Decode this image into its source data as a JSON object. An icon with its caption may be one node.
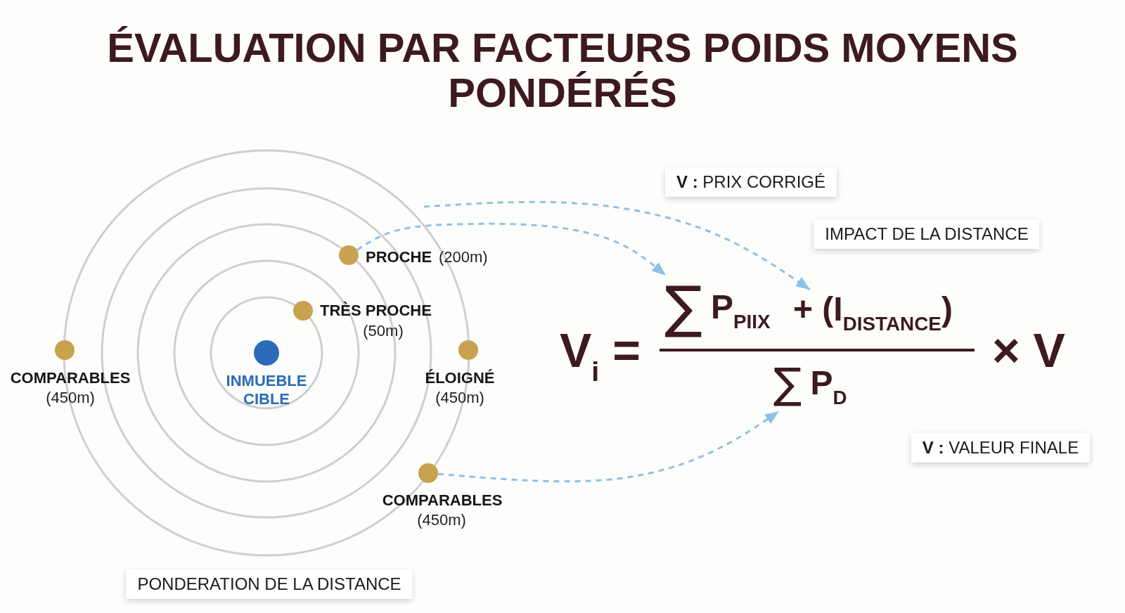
{
  "diagram": {
    "title": "ÉVALUATION PAR FACTEURS POIDS MOYENS PONDÉRÉS",
    "nodes": [
      {
        "text": [],
        "shape": "circle",
        "beside": [
          "PROCHE",
          "(200m)"
        ]
      },
      {
        "text": [],
        "shape": "circle",
        "beside": [
          "TRÈS PROCHE",
          "(50m)"
        ]
      },
      {
        "text": [],
        "shape": "circle",
        "beside": [
          "COMPARABLES",
          "(450m)"
        ]
      },
      {
        "text": [],
        "shape": "circle",
        "beside": [
          "INMUEBLE CIBLE"
        ]
      },
      {
        "text": [],
        "shape": "circle",
        "beside": [
          "ÉLOIGNÉ",
          "(450m)"
        ]
      },
      {
        "text": [],
        "shape": "circle",
        "beside": [
          "COMPARABLES",
          "(450m)"
        ]
      },
      {
        "text": [
          "PONDERATION DE LA DISTANCE"
        ]
      },
      {
        "text": [
          "**V :** PRIX CORRIGÉ"
        ]
      },
      {
        "text": [
          "IMPACT DE LA DISTANCE"
        ]
      },
      {
        "text": [
          "∑",
          "P$_{PIIX}$"
        ]
      },
      {
        "text": [
          "+ (I$_{DISTANCE}$)"
        ]
      },
      {
        "text": [
          "∑",
          "P$_{D}$"
        ]
      },
      {
        "text": [
          "**V :** VALEUR FINALE"
        ]
      }
    ],
    "edges": [
      {
        "from": null,
        "to": 10,
        "arrow": "to",
        "style": "dashed"
      },
      {
        "from": 0,
        "to": 9,
        "arrow": "to",
        "style": "dashed"
      },
      {
        "from": 5,
        "to": 11,
        "arrow": "to",
        "style": "dashed"
      }
    ],
    "labels": [
      "V$_{i}$ =",
      "× V"
    ]
  }
}
